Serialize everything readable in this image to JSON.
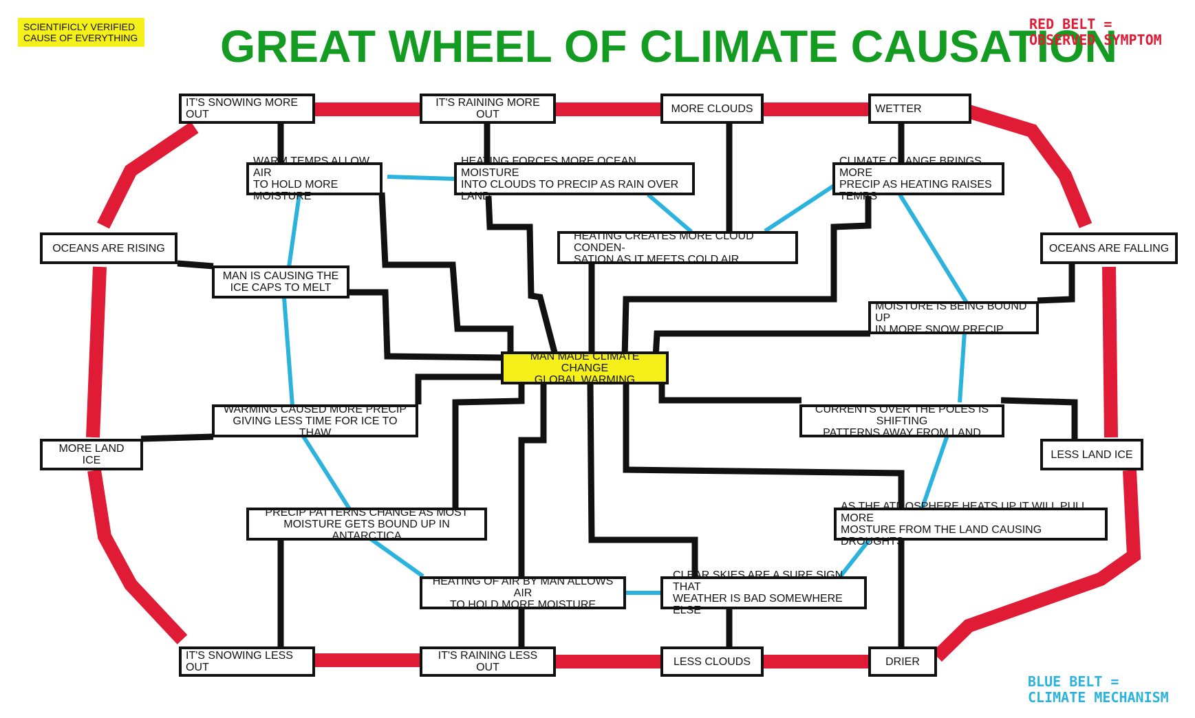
{
  "title": "GREAT WHEEL OF CLIMATE CAUSATION",
  "tag": "SCIENTIFICLY VERIFIED\nCAUSE OF EVERYTHING",
  "legend": {
    "red": "RED BELT =\nOBSERVED SYMPTOM",
    "blue": "BLUE BELT =\nCLIMATE MECHANISM"
  },
  "colors": {
    "title": "#149b22",
    "red_belt": "#e01b36",
    "blue_belt": "#2bb3dd",
    "connector": "#111111",
    "highlight": "#f5ef1a"
  },
  "nodes": {
    "center": "MAN MADE CLIMATE CHANGE\nGLOBAL WARMING",
    "snowing_more": "IT'S SNOWING MORE OUT",
    "raining_more": "IT'S RAINING MORE OUT",
    "more_clouds": "MORE CLOUDS",
    "wetter": "WETTER",
    "oceans_rising": "OCEANS ARE RISING",
    "oceans_falling": "OCEANS ARE FALLING",
    "more_land_ice": "MORE LAND ICE",
    "less_land_ice": "LESS LAND ICE",
    "snowing_less": "IT'S SNOWING LESS OUT",
    "raining_less": "IT'S RAINING LESS OUT",
    "less_clouds": "LESS CLOUDS",
    "drier": "DRIER",
    "warm_temps": "WARM TEMPS ALLOW AIR\nTO HOLD MORE MOISTURE",
    "heating_forces": "HEATING FORCES MORE OCEAN MOISTURE\nINTO CLOUDS TO PRECIP AS RAIN OVER LAND",
    "climate_change_brings": "CLIMATE CHANGE BRINGS MORE\nPRECIP AS HEATING RAISES TEMPS",
    "heating_creates": "HEATING CREATES MORE CLOUD CONDEN-\nSATION AS IT MEETS COLD AIR",
    "man_causing": "MAN IS CAUSING THE\nICE CAPS TO MELT",
    "moisture_bound": "MOISTURE IS BEING BOUND UP\nIN MORE SNOW PRECIP",
    "warming_caused": "WARMING CAUSED MORE PRECIP\nGIVING LESS TIME FOR ICE TO THAW",
    "currents": "CURRENTS OVER THE POLES IS SHIFTING\nPATTERNS AWAY FROM LAND",
    "precip_patterns": "PRECIP PATTERNS CHANGE AS MOST\nMOISTURE GETS BOUND UP IN ANTARCTICA",
    "atmosphere_heats": "AS THE ATMOSPHERE HEATS UP IT WILL PULL MORE\nMOSTURE FROM THE LAND CAUSING DROUGHTS",
    "heating_of_air": "HEATING OF AIR BY MAN ALLOWS AIR\nTO HOLD MORE MOISTURE",
    "clear_skies": "CLEAR SKIES ARE A SURE SIGN THAT\nWEATHER IS BAD SOMEWHERE ELSE"
  }
}
